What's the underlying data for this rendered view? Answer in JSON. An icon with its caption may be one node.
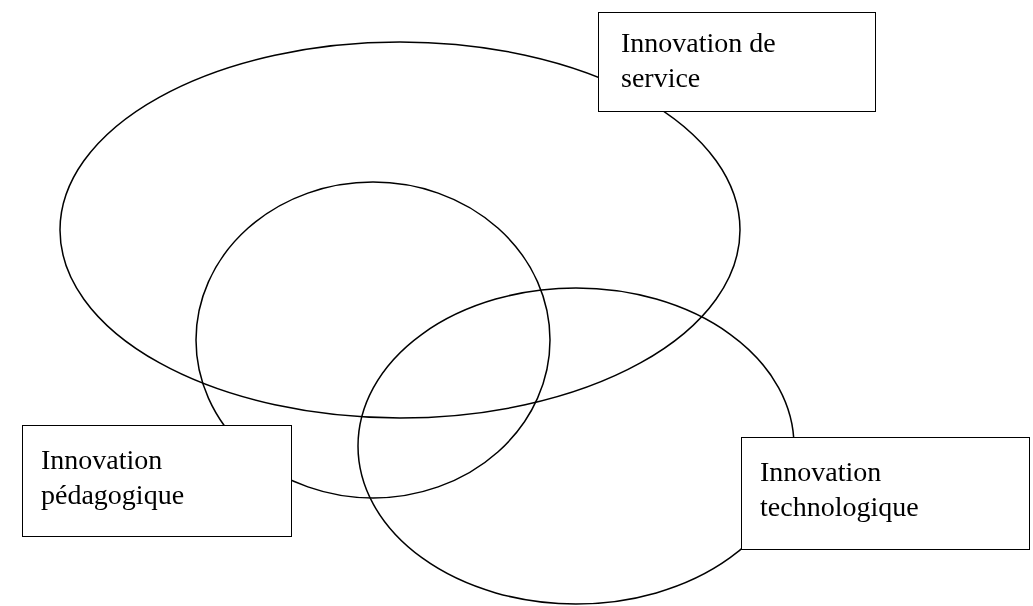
{
  "diagram": {
    "nodes": [
      {
        "text": [
          "Innovation de service"
        ]
      },
      {
        "text": [],
        "shape": "ellipse"
      },
      {
        "text": [],
        "shape": "ellipse"
      },
      {
        "text": [],
        "shape": "ellipse"
      },
      {
        "text": [
          "Innovation pédagogique"
        ]
      },
      {
        "text": [
          "Innovation technologique"
        ]
      }
    ],
    "edges": []
  }
}
